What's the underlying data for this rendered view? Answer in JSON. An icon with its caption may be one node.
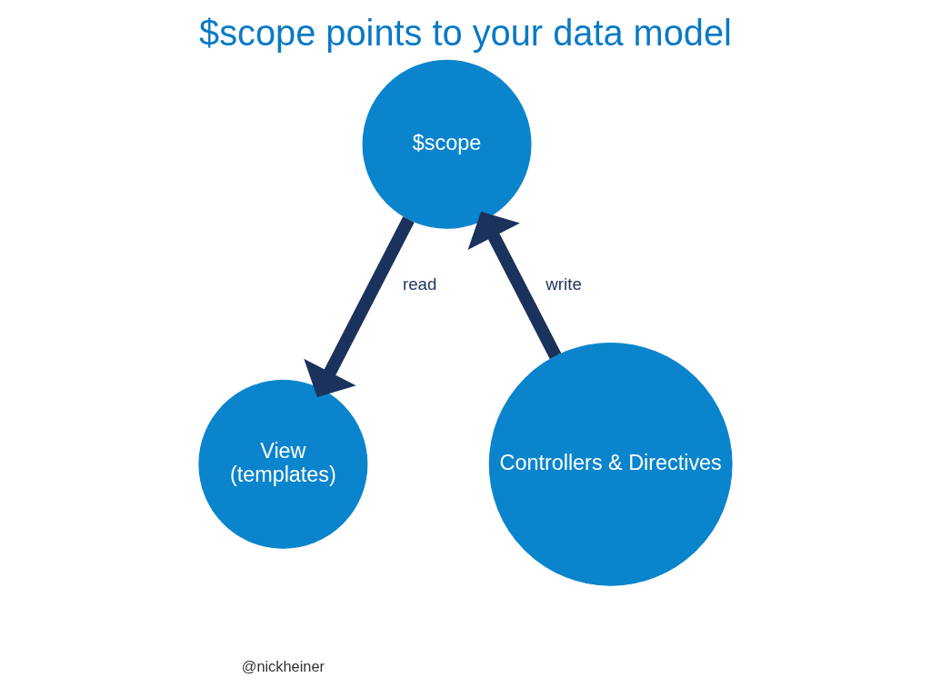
{
  "diagram": {
    "title": "$scope points to your data model",
    "nodes": [
      {
        "text": [
          "$scope"
        ]
      },
      {
        "text": [
          "View",
          "(templates)"
        ]
      },
      {
        "text": [
          "Controllers & Directives"
        ]
      }
    ],
    "edges": [
      {
        "from": 0,
        "to": 1,
        "arrow": "to",
        "label": "read"
      },
      {
        "from": 2,
        "to": 0,
        "arrow": "to",
        "label": "write"
      }
    ],
    "labels": [
      "@nickheiner"
    ]
  }
}
